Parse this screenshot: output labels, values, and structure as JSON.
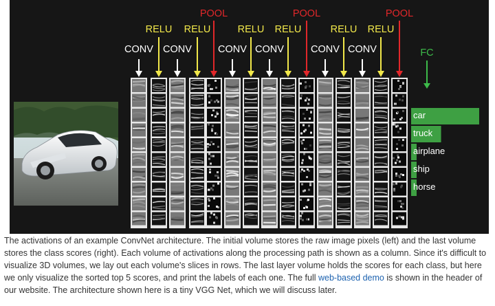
{
  "diagram": {
    "layer_labels": [
      "CONV",
      "RELU",
      "CONV",
      "RELU",
      "POOL",
      "CONV",
      "RELU",
      "CONV",
      "RELU",
      "POOL",
      "CONV",
      "RELU",
      "CONV",
      "RELU",
      "POOL"
    ],
    "fc_label": "FC",
    "class_scores": [
      {
        "label": "car",
        "score": 1.0
      },
      {
        "label": "truck",
        "score": 0.44
      },
      {
        "label": "airplane",
        "score": 0.08
      },
      {
        "label": "ship",
        "score": 0.05
      },
      {
        "label": "horse",
        "score": 0.04
      }
    ],
    "colors": {
      "conv": "#ffffff",
      "relu": "#f2e84a",
      "pool": "#e2272a",
      "fc": "#3dbb4a",
      "bar": "#3ea043"
    }
  },
  "caption": {
    "text_before": "The activations of an example ConvNet architecture. The initial volume stores the raw image pixels (left) and the last volume stores the class scores (right). Each volume of activations along the processing path is shown as a column. Since it's difficult to visualize 3D volumes, we lay out each volume's slices in rows. The last layer volume holds the scores for each class, but here we only visualize the sorted top 5 scores, and print the labels of each one. The full ",
    "link_text": "web-based demo",
    "text_after": " is shown in the header of our website. The architecture shown here is a tiny VGG Net, which we will discuss later."
  }
}
